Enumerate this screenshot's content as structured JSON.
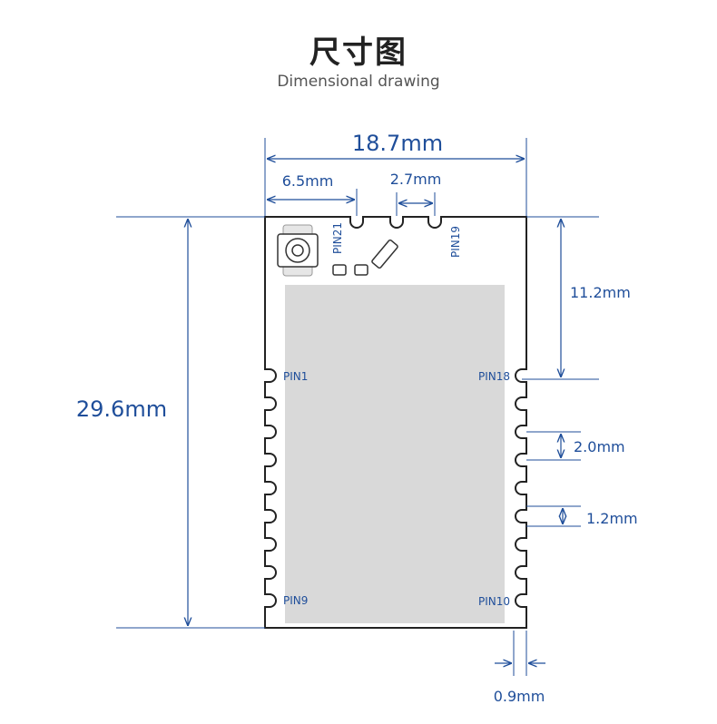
{
  "header": {
    "title": "尺寸图",
    "subtitle": "Dimensional drawing"
  },
  "dimensions": {
    "width": "18.7mm",
    "height": "29.6mm",
    "antenna_offset": "6.5mm",
    "top_pad_pitch": "2.7mm",
    "top_to_first_pin": "11.2mm",
    "pin_pitch": "2.0mm",
    "pad_width": "1.2mm",
    "pad_depth": "0.9mm"
  },
  "pins": {
    "pin1": "PIN1",
    "pin9": "PIN9",
    "pin10": "PIN10",
    "pin18": "PIN18",
    "pin19": "PIN19",
    "pin21": "PIN21"
  },
  "colors": {
    "dimension_line": "#1f4e9a",
    "outline": "#222222",
    "shield": "#d9d9d9"
  }
}
